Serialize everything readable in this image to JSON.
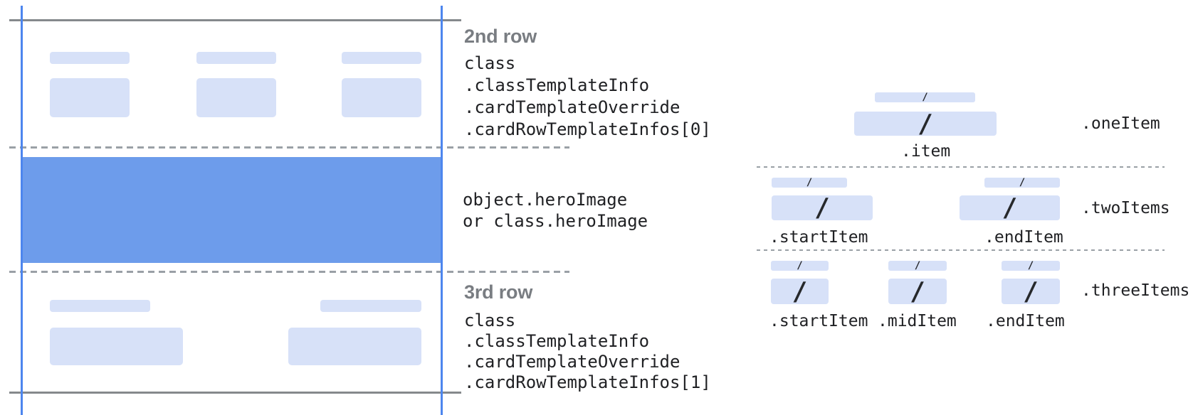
{
  "colors": {
    "guide_blue": "#4d86ee",
    "line_gray": "#85898c",
    "dash_gray": "#9aa0a6",
    "placeholder_blue": "#d7e1f8",
    "hero_blue": "#6d9ceb",
    "heading_gray": "#797d82",
    "code_text": "#202124"
  },
  "card_annotations": {
    "row2": {
      "title": "2nd row",
      "lines": [
        "class",
        ".classTemplateInfo",
        ".cardTemplateOverride",
        ".cardRowTemplateInfos[0]"
      ]
    },
    "hero": {
      "lines": [
        "object.heroImage",
        "or class.heroImage"
      ]
    },
    "row3": {
      "title": "3rd row",
      "lines": [
        "class",
        ".classTemplateInfo",
        ".cardTemplateOverride",
        ".cardRowTemplateInfos[1]"
      ]
    }
  },
  "items_diagram": {
    "slash": "/",
    "rows": [
      {
        "side_label": ".oneItem",
        "item_labels": [
          ".item"
        ]
      },
      {
        "side_label": ".twoItems",
        "item_labels": [
          ".startItem",
          ".endItem"
        ]
      },
      {
        "side_label": ".threeItems",
        "item_labels": [
          ".startItem",
          ".midItem",
          ".endItem"
        ]
      }
    ]
  }
}
